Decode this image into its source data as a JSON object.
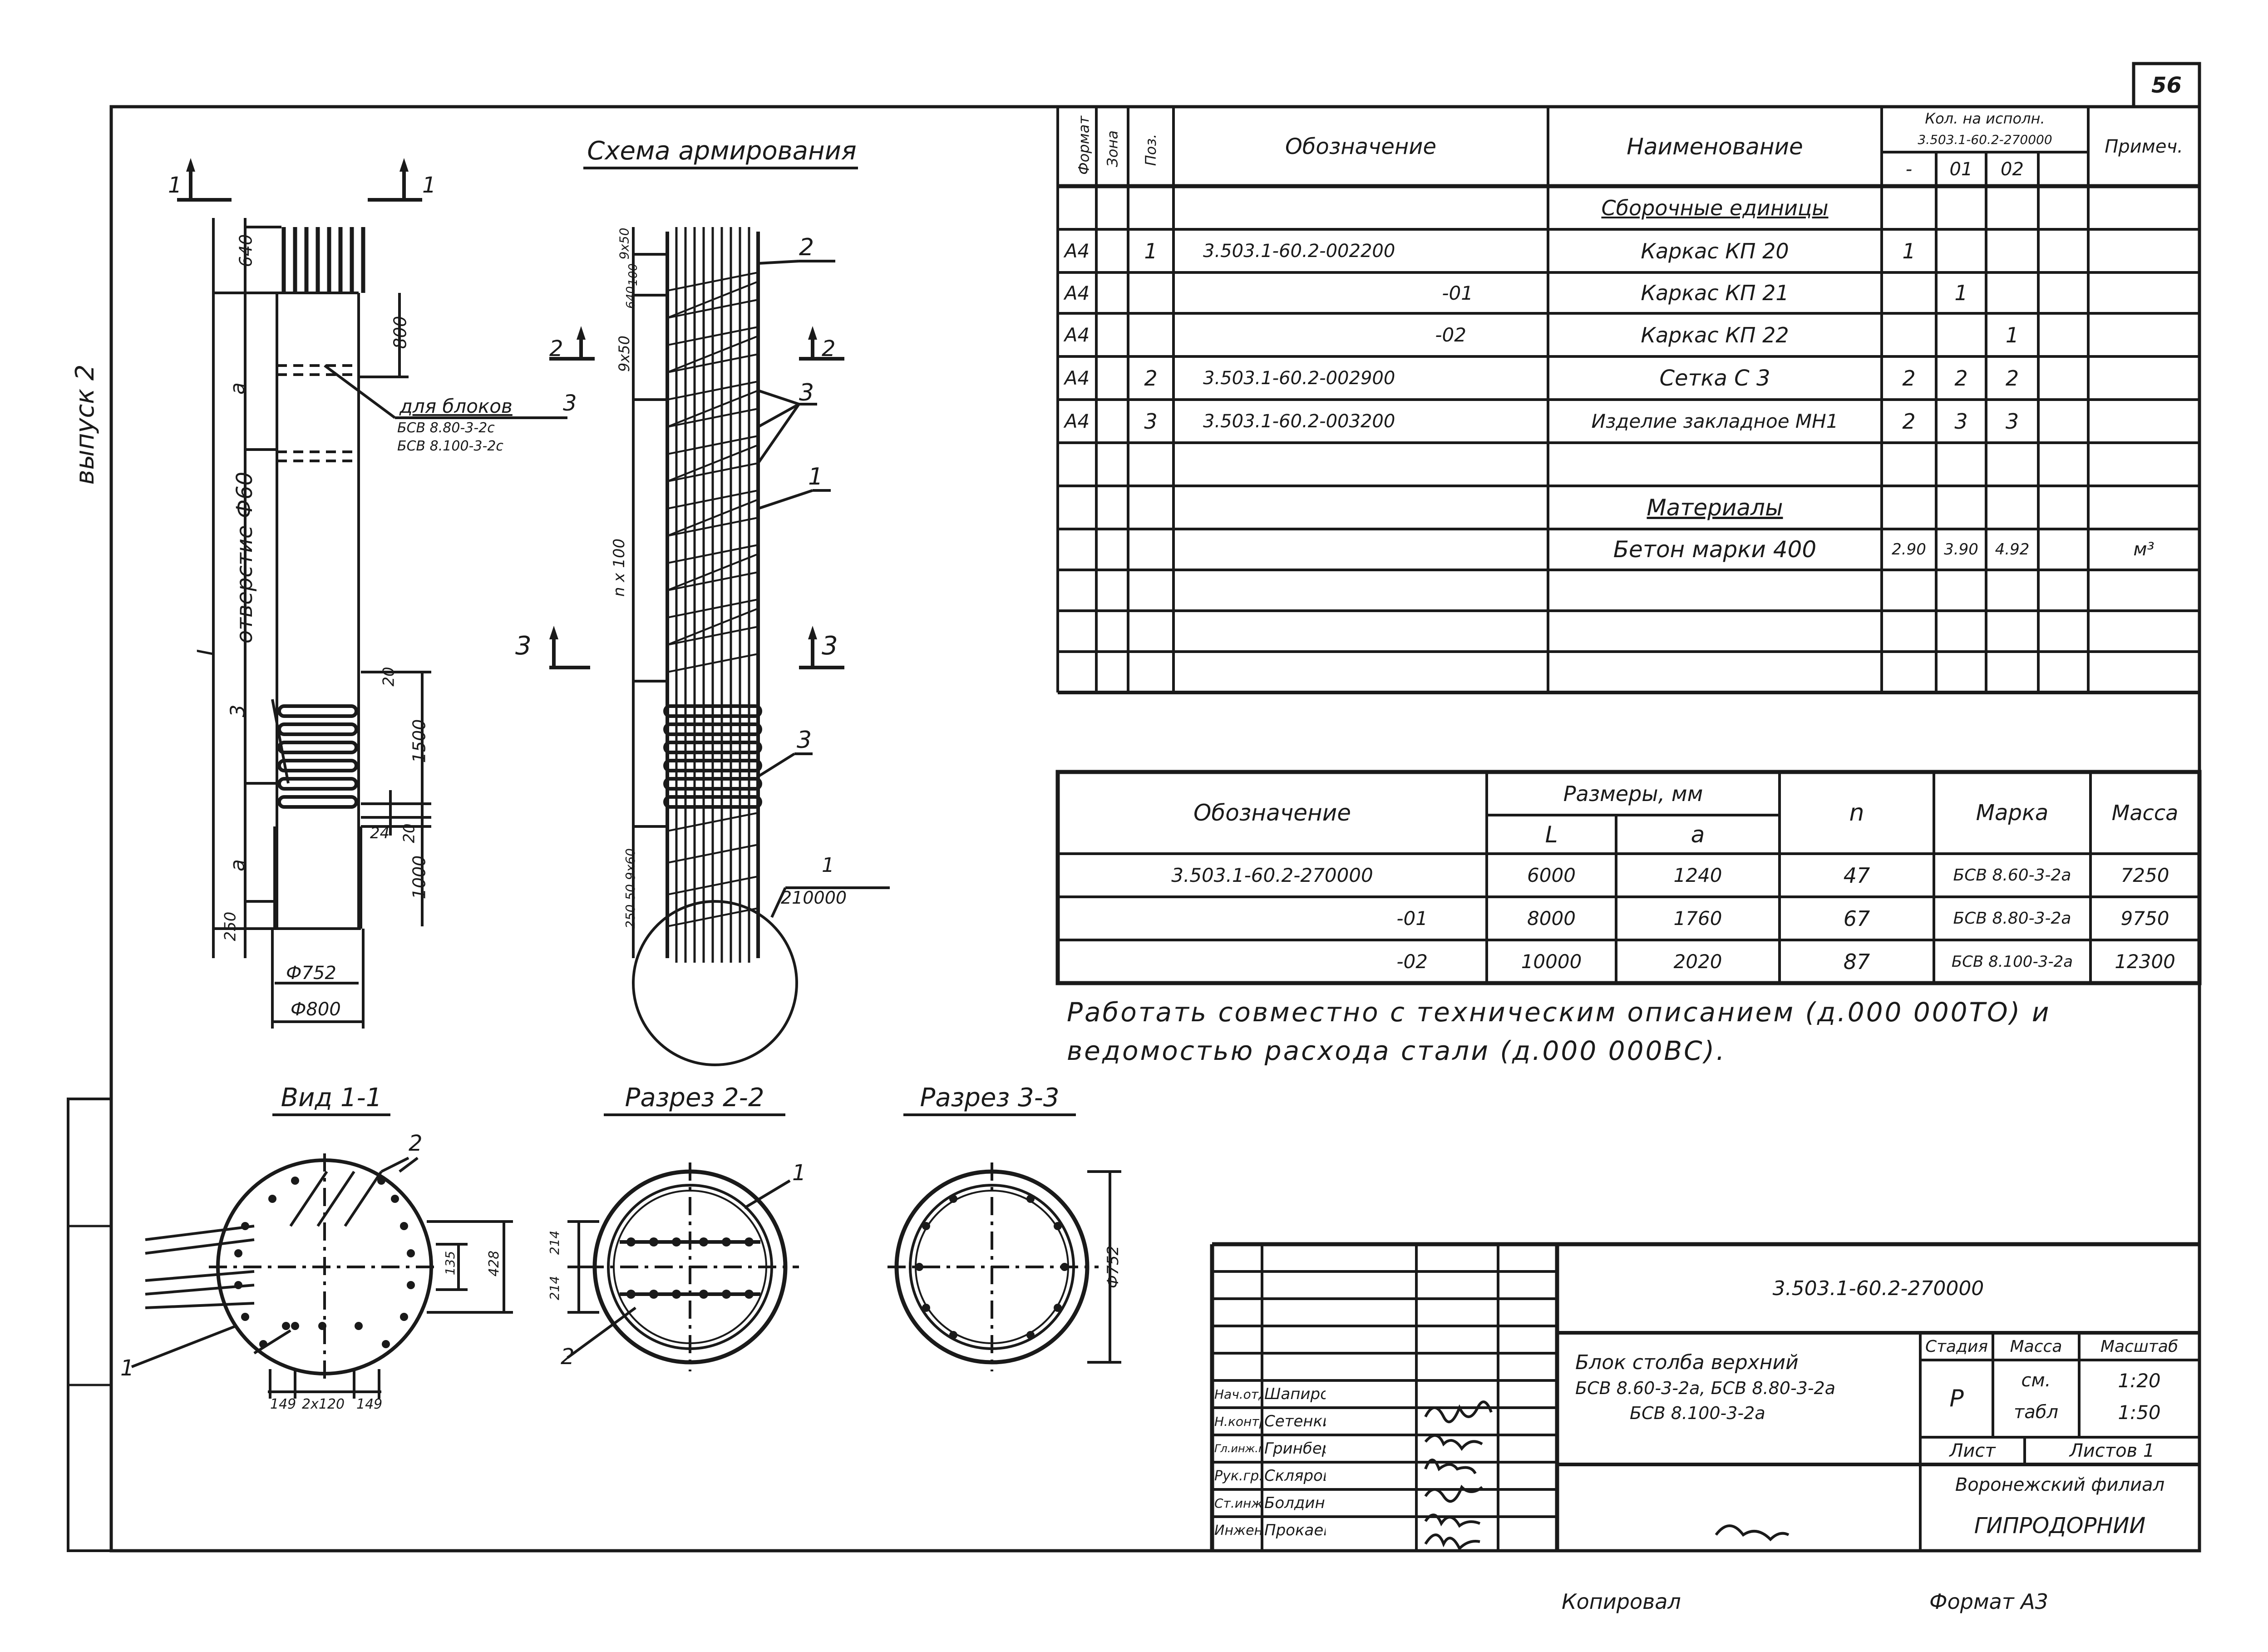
{
  "sheet": {
    "page_number": "56",
    "side_label": "выпуск 2",
    "copied_by": "Копировал",
    "format": "Формат А3"
  },
  "drawing": {
    "scheme_title": "Схема армирования",
    "view_1_title": "Вид 1-1",
    "section_2_title": "Разрез 2-2",
    "section_3_title": "Разрез 3-3",
    "left_dims": {
      "d640": "640",
      "d800": "800",
      "a1": "а",
      "opening": "отверстие Ф60",
      "L": "L",
      "n3": "3",
      "d20": "20",
      "d1500": "1500",
      "d24": "24",
      "d20b": "20",
      "a2": "а",
      "d1000": "1000",
      "d250": "250",
      "phi752": "Ф752",
      "phi800": "Ф800"
    },
    "blocks_note": {
      "title": "для блоков",
      "mark": "3",
      "line1": "БСВ 8.80-3-2с",
      "line2": "БСВ 8.100-3-2с"
    },
    "scheme_dims": {
      "d9x50": "9х50",
      "d100": "100",
      "d640": "640",
      "d9x50b": "9х50",
      "nx100": "n х 100",
      "bottom": "250 50 9х60"
    },
    "section_marks": {
      "s1": "1",
      "s2": "2",
      "s3": "3"
    },
    "callouts": {
      "c2": "2",
      "c3a": "3",
      "c1": "1",
      "c3b": "3",
      "c1b": "1",
      "c210000": "210000"
    },
    "view_dims": {
      "d149a": "149",
      "d2x120": "2х120",
      "d149b": "149",
      "d135": "135",
      "d428": "428",
      "d214a": "214",
      "d214b": "214",
      "phi752": "Ф752",
      "lbl2": "2",
      "lbl1": "1",
      "lbl2b": "2",
      "lbl1b": "1"
    }
  },
  "spec": {
    "headers": {
      "format": "Формат",
      "zone": "Зона",
      "pos": "Поз.",
      "designation": "Обозначение",
      "name": "Наименование",
      "qty": "Кол. на исполн.",
      "qty_doc": "3.503.1-60.2-270000",
      "v0": "-",
      "v1": "01",
      "v2": "02",
      "note": "Примеч."
    },
    "section_assemblies": "Сборочные единицы",
    "section_materials": "Материалы",
    "rows": [
      {
        "format": "А4",
        "pos": "1",
        "designation": "3.503.1-60.2-002200",
        "name": "Каркас КП 20",
        "q0": "1",
        "q1": "",
        "q2": "",
        "note": ""
      },
      {
        "format": "А4",
        "pos": "",
        "designation": "-01",
        "name": "Каркас КП 21",
        "q0": "",
        "q1": "1",
        "q2": "",
        "note": ""
      },
      {
        "format": "А4",
        "pos": "",
        "designation": "-02",
        "name": "Каркас КП 22",
        "q0": "",
        "q1": "",
        "q2": "1",
        "note": ""
      },
      {
        "format": "А4",
        "pos": "2",
        "designation": "3.503.1-60.2-002900",
        "name": "Сетка С 3",
        "q0": "2",
        "q1": "2",
        "q2": "2",
        "note": ""
      },
      {
        "format": "А4",
        "pos": "3",
        "designation": "3.503.1-60.2-003200",
        "name": "Изделие закладное МН1",
        "q0": "2",
        "q1": "3",
        "q2": "3",
        "note": ""
      }
    ],
    "material": {
      "name": "Бетон марки 400",
      "q0": "2.90",
      "q1": "3.90",
      "q2": "4.92",
      "note": "м³"
    }
  },
  "sizes": {
    "headers": {
      "designation": "Обозначение",
      "sizes": "Размеры, мм",
      "L": "L",
      "a": "а",
      "n": "n",
      "mark": "Марка",
      "mass": "Масса"
    },
    "rows": [
      {
        "designation": "3.503.1-60.2-270000",
        "L": "6000",
        "a": "1240",
        "n": "47",
        "mark": "БСВ 8.60-3-2а",
        "mass": "7250"
      },
      {
        "designation": "-01",
        "L": "8000",
        "a": "1760",
        "n": "67",
        "mark": "БСВ 8.80-3-2а",
        "mass": "9750"
      },
      {
        "designation": "-02",
        "L": "10000",
        "a": "2020",
        "n": "87",
        "mark": "БСВ 8.100-3-2а",
        "mass": "12300"
      }
    ]
  },
  "note": {
    "line1": "Работать совместно с техническим описанием (д.000 000ТО) и",
    "line2": "ведомостью расхода стали (д.000 000ВС)."
  },
  "title_block": {
    "doc_number": "3.503.1-60.2-270000",
    "title_line1": "Блок столба верхний",
    "title_line2": "БСВ 8.60-3-2а, БСВ 8.80-3-2а",
    "title_line3": "БСВ 8.100-3-2а",
    "stage_label": "Стадия",
    "mass_label": "Масса",
    "scale_label": "Масштаб",
    "stage": "Р",
    "mass_line1": "см.",
    "mass_line2": "табл",
    "scale1": "1:20",
    "scale2": "1:50",
    "sheet_label": "Лист",
    "sheets_label": "Листов 1",
    "org_line1": "Воронежский филиал",
    "org_line2": "ГИПРОДОРНИИ",
    "people": [
      {
        "role": "Нач.отд.",
        "name": "Шапиро"
      },
      {
        "role": "Н.контр.",
        "name": "Сетенкин"
      },
      {
        "role": "Гл.инж.пр.",
        "name": "Гринберг"
      },
      {
        "role": "Рук.гр.",
        "name": "Склярова"
      },
      {
        "role": "Ст.инж.",
        "name": "Болдинова"
      },
      {
        "role": "Инжен.",
        "name": "Прокаева"
      }
    ]
  }
}
